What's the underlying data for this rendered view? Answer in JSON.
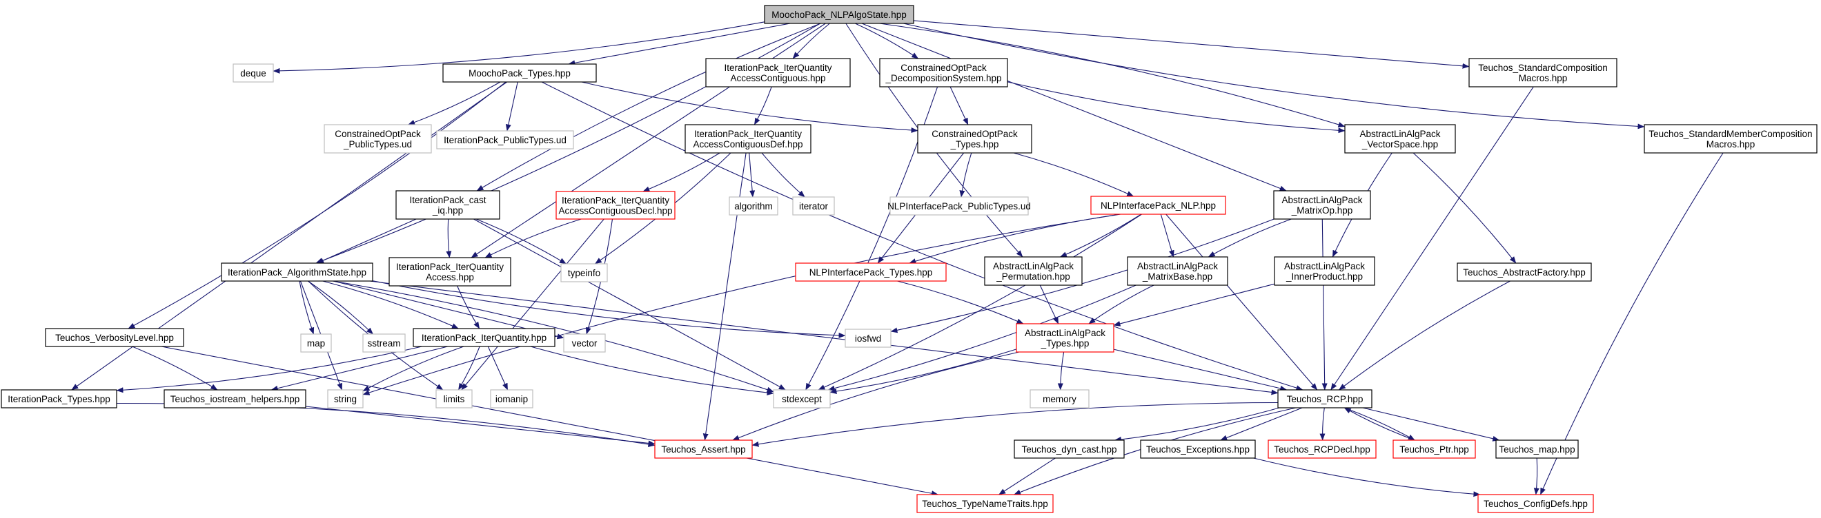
{
  "diagram": {
    "colors": {
      "edge": "#191970",
      "root_fill": "#bfbfbf",
      "normal_border": "#000000",
      "red_border": "#ff0000",
      "gray_border": "#bfbfbf"
    },
    "nodes": [
      {
        "id": "root",
        "kind": "root",
        "lines": [
          "MoochoPack_NLPAlgoState.hpp"
        ]
      },
      {
        "id": "deque",
        "kind": "gray",
        "lines": [
          "deque"
        ]
      },
      {
        "id": "mtypes",
        "kind": "normal",
        "lines": [
          "MoochoPack_Types.hpp"
        ]
      },
      {
        "id": "iqac",
        "kind": "normal",
        "lines": [
          "IterationPack_IterQuantity",
          "AccessContiguous.hpp"
        ]
      },
      {
        "id": "cods",
        "kind": "normal",
        "lines": [
          "ConstrainedOptPack",
          "_DecompositionSystem.hpp"
        ]
      },
      {
        "id": "tscm",
        "kind": "normal",
        "lines": [
          "Teuchos_StandardComposition",
          "Macros.hpp"
        ]
      },
      {
        "id": "tsmcm",
        "kind": "normal",
        "lines": [
          "Teuchos_StandardMemberComposition",
          "Macros.hpp"
        ]
      },
      {
        "id": "copud",
        "kind": "gray",
        "lines": [
          "ConstrainedOptPack",
          "_PublicTypes.ud"
        ]
      },
      {
        "id": "ipud",
        "kind": "gray",
        "lines": [
          "IterationPack_PublicTypes.ud"
        ]
      },
      {
        "id": "iqacdef",
        "kind": "normal",
        "lines": [
          "IterationPack_IterQuantity",
          "AccessContiguousDef.hpp"
        ]
      },
      {
        "id": "coptypes",
        "kind": "normal",
        "lines": [
          "ConstrainedOptPack",
          "_Types.hpp"
        ]
      },
      {
        "id": "alavs",
        "kind": "normal",
        "lines": [
          "AbstractLinAlgPack",
          "_VectorSpace.hpp"
        ]
      },
      {
        "id": "castiq",
        "kind": "normal",
        "lines": [
          "IterationPack_cast",
          "_iq.hpp"
        ]
      },
      {
        "id": "iqacdecl",
        "kind": "red",
        "lines": [
          "IterationPack_IterQuantity",
          "AccessContiguousDecl.hpp"
        ]
      },
      {
        "id": "algorithm",
        "kind": "gray",
        "lines": [
          "algorithm"
        ]
      },
      {
        "id": "iterator",
        "kind": "gray",
        "lines": [
          "iterator"
        ]
      },
      {
        "id": "nlpud",
        "kind": "gray",
        "lines": [
          "NLPInterfacePack_PublicTypes.ud"
        ]
      },
      {
        "id": "nlp",
        "kind": "red",
        "lines": [
          "NLPInterfacePack_NLP.hpp"
        ]
      },
      {
        "id": "alamop",
        "kind": "normal",
        "lines": [
          "AbstractLinAlgPack",
          "_MatrixOp.hpp"
        ]
      },
      {
        "id": "algstate",
        "kind": "normal",
        "lines": [
          "IterationPack_AlgorithmState.hpp"
        ]
      },
      {
        "id": "iqaccess",
        "kind": "normal",
        "lines": [
          "IterationPack_IterQuantity",
          "Access.hpp"
        ]
      },
      {
        "id": "typeinfo",
        "kind": "gray",
        "lines": [
          "typeinfo"
        ]
      },
      {
        "id": "nlptypes",
        "kind": "red",
        "lines": [
          "NLPInterfacePack_Types.hpp"
        ]
      },
      {
        "id": "alaperm",
        "kind": "normal",
        "lines": [
          "AbstractLinAlgPack",
          "_Permutation.hpp"
        ]
      },
      {
        "id": "alamb",
        "kind": "normal",
        "lines": [
          "AbstractLinAlgPack",
          "_MatrixBase.hpp"
        ]
      },
      {
        "id": "alaip",
        "kind": "normal",
        "lines": [
          "AbstractLinAlgPack",
          "_InnerProduct.hpp"
        ]
      },
      {
        "id": "taf",
        "kind": "normal",
        "lines": [
          "Teuchos_AbstractFactory.hpp"
        ]
      },
      {
        "id": "tvl",
        "kind": "normal",
        "lines": [
          "Teuchos_VerbosityLevel.hpp"
        ]
      },
      {
        "id": "map",
        "kind": "gray",
        "lines": [
          "map"
        ]
      },
      {
        "id": "sstream",
        "kind": "gray",
        "lines": [
          "sstream"
        ]
      },
      {
        "id": "vector",
        "kind": "gray",
        "lines": [
          "vector"
        ]
      },
      {
        "id": "iosfwd",
        "kind": "gray",
        "lines": [
          "iosfwd"
        ]
      },
      {
        "id": "alatypes",
        "kind": "red",
        "lines": [
          "AbstractLinAlgPack",
          "_Types.hpp"
        ]
      },
      {
        "id": "iq",
        "kind": "normal",
        "lines": [
          "IterationPack_IterQuantity.hpp"
        ]
      },
      {
        "id": "iptypes",
        "kind": "normal",
        "lines": [
          "IterationPack_Types.hpp"
        ]
      },
      {
        "id": "tioh",
        "kind": "normal",
        "lines": [
          "Teuchos_iostream_helpers.hpp"
        ]
      },
      {
        "id": "string",
        "kind": "gray",
        "lines": [
          "string"
        ]
      },
      {
        "id": "limits",
        "kind": "gray",
        "lines": [
          "limits"
        ]
      },
      {
        "id": "iomanip",
        "kind": "gray",
        "lines": [
          "iomanip"
        ]
      },
      {
        "id": "stdexcept",
        "kind": "gray",
        "lines": [
          "stdexcept"
        ]
      },
      {
        "id": "memory",
        "kind": "gray",
        "lines": [
          "memory"
        ]
      },
      {
        "id": "rcp",
        "kind": "normal",
        "lines": [
          "Teuchos_RCP.hpp"
        ]
      },
      {
        "id": "assert",
        "kind": "red",
        "lines": [
          "Teuchos_Assert.hpp"
        ]
      },
      {
        "id": "dyncast",
        "kind": "normal",
        "lines": [
          "Teuchos_dyn_cast.hpp"
        ]
      },
      {
        "id": "texc",
        "kind": "normal",
        "lines": [
          "Teuchos_Exceptions.hpp"
        ]
      },
      {
        "id": "rcpdecl",
        "kind": "red",
        "lines": [
          "Teuchos_RCPDecl.hpp"
        ]
      },
      {
        "id": "ptr",
        "kind": "red",
        "lines": [
          "Teuchos_Ptr.hpp"
        ]
      },
      {
        "id": "tmap",
        "kind": "normal",
        "lines": [
          "Teuchos_map.hpp"
        ]
      },
      {
        "id": "tntt",
        "kind": "red",
        "lines": [
          "Teuchos_TypeNameTraits.hpp"
        ]
      },
      {
        "id": "configdefs",
        "kind": "red",
        "lines": [
          "Teuchos_ConfigDefs.hpp"
        ]
      }
    ],
    "edges": [
      [
        "root",
        "deque"
      ],
      [
        "root",
        "mtypes"
      ],
      [
        "root",
        "iqac"
      ],
      [
        "root",
        "cods"
      ],
      [
        "root",
        "tscm"
      ],
      [
        "root",
        "tsmcm"
      ],
      [
        "root",
        "algstate"
      ],
      [
        "root",
        "iqaccess"
      ],
      [
        "root",
        "castiq"
      ],
      [
        "root",
        "alavs"
      ],
      [
        "root",
        "alamop"
      ],
      [
        "root",
        "alaperm"
      ],
      [
        "mtypes",
        "copud"
      ],
      [
        "mtypes",
        "ipud"
      ],
      [
        "mtypes",
        "coptypes"
      ],
      [
        "mtypes",
        "tvl"
      ],
      [
        "mtypes",
        "iptypes"
      ],
      [
        "mtypes",
        "rcp"
      ],
      [
        "iqac",
        "iqacdef"
      ],
      [
        "cods",
        "coptypes"
      ],
      [
        "cods",
        "alavs"
      ],
      [
        "cods",
        "stdexcept"
      ],
      [
        "tscm",
        "rcp"
      ],
      [
        "tsmcm",
        "configdefs"
      ],
      [
        "iqacdef",
        "iqacdecl"
      ],
      [
        "iqacdef",
        "algorithm"
      ],
      [
        "iqacdef",
        "iterator"
      ],
      [
        "iqacdef",
        "typeinfo"
      ],
      [
        "iqacdef",
        "assert"
      ],
      [
        "coptypes",
        "nlpud"
      ],
      [
        "coptypes",
        "nlp"
      ],
      [
        "coptypes",
        "nlptypes"
      ],
      [
        "alavs",
        "alaip"
      ],
      [
        "alavs",
        "taf"
      ],
      [
        "castiq",
        "algstate"
      ],
      [
        "castiq",
        "iqaccess"
      ],
      [
        "castiq",
        "typeinfo"
      ],
      [
        "castiq",
        "stdexcept"
      ],
      [
        "iqacdecl",
        "iqaccess"
      ],
      [
        "iqacdecl",
        "vector"
      ],
      [
        "iqacdecl",
        "limits"
      ],
      [
        "nlp",
        "nlptypes"
      ],
      [
        "nlp",
        "alaperm"
      ],
      [
        "nlp",
        "alamb"
      ],
      [
        "nlp",
        "string"
      ],
      [
        "nlp",
        "stdexcept"
      ],
      [
        "nlp",
        "rcp"
      ],
      [
        "alamop",
        "alamb"
      ],
      [
        "alamop",
        "iosfwd"
      ],
      [
        "alamop",
        "rcp"
      ],
      [
        "algstate",
        "map"
      ],
      [
        "algstate",
        "sstream"
      ],
      [
        "algstate",
        "vector"
      ],
      [
        "algstate",
        "iosfwd"
      ],
      [
        "algstate",
        "iq"
      ],
      [
        "algstate",
        "string"
      ],
      [
        "algstate",
        "limits"
      ],
      [
        "algstate",
        "stdexcept"
      ],
      [
        "algstate",
        "rcp"
      ],
      [
        "iqaccess",
        "iq"
      ],
      [
        "nlptypes",
        "alatypes"
      ],
      [
        "alaperm",
        "alatypes"
      ],
      [
        "alamb",
        "alatypes"
      ],
      [
        "alamb",
        "stdexcept"
      ],
      [
        "alaip",
        "alatypes"
      ],
      [
        "taf",
        "rcp"
      ],
      [
        "tvl",
        "tioh"
      ],
      [
        "tvl",
        "tntt"
      ],
      [
        "alatypes",
        "memory"
      ],
      [
        "alatypes",
        "stdexcept"
      ],
      [
        "alatypes",
        "rcp"
      ],
      [
        "alatypes",
        "assert"
      ],
      [
        "iq",
        "iptypes"
      ],
      [
        "iq",
        "tioh"
      ],
      [
        "iq",
        "string"
      ],
      [
        "iq",
        "limits"
      ],
      [
        "iq",
        "iomanip"
      ],
      [
        "iq",
        "stdexcept"
      ],
      [
        "iptypes",
        "assert"
      ],
      [
        "tioh",
        "assert"
      ],
      [
        "rcp",
        "assert"
      ],
      [
        "rcp",
        "dyncast"
      ],
      [
        "rcp",
        "texc"
      ],
      [
        "rcp",
        "rcpdecl"
      ],
      [
        "rcp",
        "ptr"
      ],
      [
        "rcp",
        "tmap"
      ],
      [
        "rcp",
        "tntt"
      ],
      [
        "ptr",
        "rcp"
      ],
      [
        "dyncast",
        "tntt"
      ],
      [
        "texc",
        "configdefs"
      ],
      [
        "tmap",
        "configdefs"
      ]
    ]
  }
}
